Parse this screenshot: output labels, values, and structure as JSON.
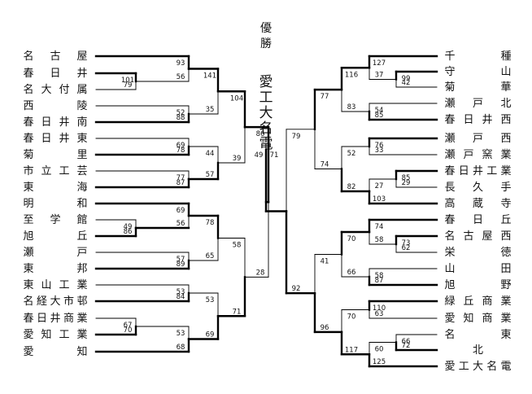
{
  "title": "優勝",
  "champion": "愛工大名電",
  "left": {
    "teams": [
      [
        "名",
        "古",
        "屋"
      ],
      [
        "春",
        "日",
        "井"
      ],
      [
        "名",
        "大",
        "付",
        "属"
      ],
      [
        "西",
        "陵"
      ],
      [
        "春",
        "日",
        "井",
        "南"
      ],
      [
        "春",
        "日",
        "井",
        "東"
      ],
      [
        "菊",
        "里"
      ],
      [
        "市",
        "立",
        "工",
        "芸"
      ],
      [
        "東",
        "海"
      ],
      [
        "明",
        "和"
      ],
      [
        "至",
        "学",
        "館"
      ],
      [
        "旭",
        "丘"
      ],
      [
        "瀬",
        "戸"
      ],
      [
        "東",
        "邦"
      ],
      [
        "東",
        "山",
        "工",
        "業"
      ],
      [
        "名",
        "経",
        "大",
        "市",
        "邨"
      ],
      [
        "春",
        "日",
        "井",
        "商",
        "業"
      ],
      [
        "愛",
        "知",
        "工",
        "業"
      ],
      [
        "愛",
        "知"
      ]
    ],
    "pre": {
      "top": "101",
      "bot": "79"
    },
    "pre2": {
      "top": "49",
      "bot": "86"
    },
    "pre3": {
      "top": "67",
      "bot": "70"
    },
    "r1": [
      {
        "top": "93",
        "bot": "56"
      },
      {
        "top": "52",
        "bot": "88"
      },
      {
        "top": "69",
        "bot": "78"
      },
      {
        "top": "77",
        "bot": "87"
      },
      {
        "top": "69",
        "bot": "56"
      },
      {
        "top": "57",
        "bot": "89"
      },
      {
        "top": "53",
        "bot": "84"
      },
      {
        "top": "53",
        "bot": "68"
      }
    ],
    "r2": [
      {
        "top": "141",
        "bot": "35"
      },
      {
        "top": "44",
        "bot": "57"
      },
      {
        "top": "78",
        "bot": "65"
      },
      {
        "top": "53",
        "bot": "69"
      }
    ],
    "r3": [
      {
        "top": "104",
        "bot": "39"
      },
      {
        "top": "58",
        "bot": "71"
      }
    ],
    "r4": {
      "top": "86",
      "bot": "28"
    }
  },
  "right": {
    "teams": [
      [
        "千",
        "種"
      ],
      [
        "守",
        "山"
      ],
      [
        "菊",
        "華"
      ],
      [
        "瀬",
        "戸",
        "北"
      ],
      [
        "春",
        "日",
        "井",
        "西"
      ],
      [
        "瀬",
        "戸",
        "西"
      ],
      [
        "瀬",
        "戸",
        "窯",
        "業"
      ],
      [
        "春",
        "日",
        "井",
        "工",
        "業"
      ],
      [
        "長",
        "久",
        "手"
      ],
      [
        "高",
        "蔵",
        "寺"
      ],
      [
        "春",
        "日",
        "丘"
      ],
      [
        "名",
        "古",
        "屋",
        "西"
      ],
      [
        "栄",
        "徳"
      ],
      [
        "山",
        "田"
      ],
      [
        "旭",
        "野"
      ],
      [
        "緑",
        "丘",
        "商",
        "業"
      ],
      [
        "愛",
        "知",
        "商",
        "業"
      ],
      [
        "名",
        "東"
      ],
      [
        "北"
      ],
      [
        "愛",
        "工",
        "大",
        "名",
        "電"
      ]
    ],
    "pre": [
      {
        "top": "99",
        "bot": "42"
      },
      {
        "top": "85",
        "bot": "29"
      },
      {
        "top": "73",
        "bot": "62"
      },
      {
        "top": "66",
        "bot": "72"
      }
    ],
    "r1": [
      {
        "top": "127",
        "bot": "37"
      },
      {
        "top": "54",
        "bot": "85"
      },
      {
        "top": "76",
        "bot": "33"
      },
      {
        "top": "27",
        "bot": "103"
      },
      {
        "top": "74",
        "bot": "58"
      },
      {
        "top": "58",
        "bot": "87"
      },
      {
        "top": "110",
        "bot": "63"
      },
      {
        "top": "60",
        "bot": "125"
      }
    ],
    "r2": [
      {
        "top": "116",
        "bot": "83"
      },
      {
        "top": "52",
        "bot": "82"
      },
      {
        "top": "70",
        "bot": "66"
      },
      {
        "top": "70",
        "bot": "117"
      }
    ],
    "r3": [
      {
        "top": "77",
        "bot": "74"
      },
      {
        "top": "41",
        "bot": "96"
      }
    ],
    "r4": {
      "top": "79",
      "bot": "92"
    }
  },
  "final": {
    "left": "49",
    "right": "71"
  }
}
